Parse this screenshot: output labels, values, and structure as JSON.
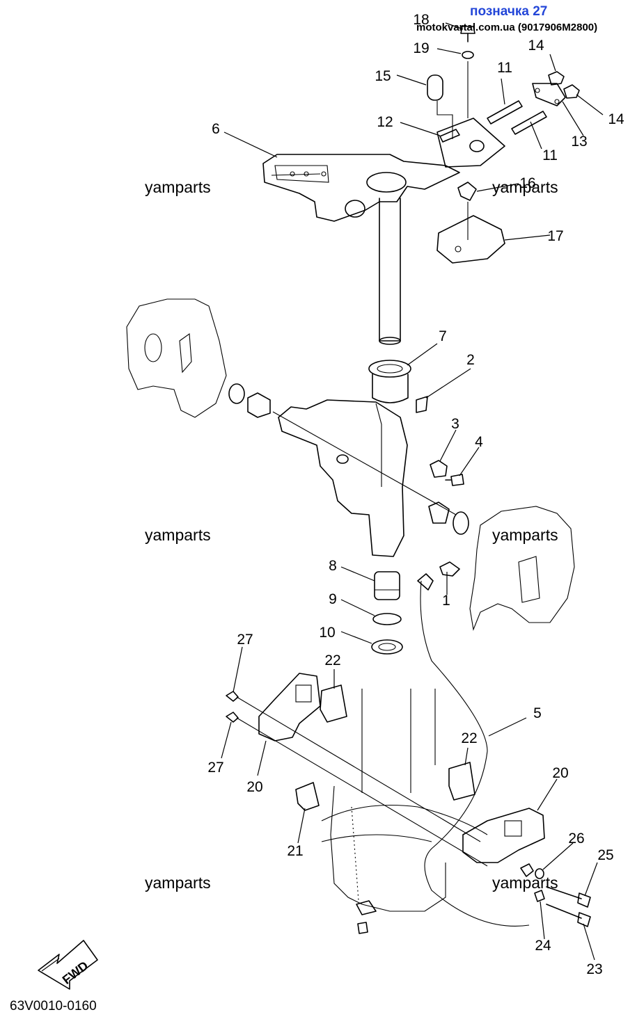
{
  "header": {
    "title": "позначка 27",
    "site": "motokvartal.com.ua (9017906M2800)"
  },
  "watermark": "yamparts",
  "diagram_code": "63V0010-0160",
  "fwd_label": "FWD",
  "callouts": [
    "1",
    "2",
    "3",
    "4",
    "5",
    "6",
    "7",
    "8",
    "9",
    "10",
    "11",
    "11",
    "12",
    "13",
    "14",
    "14",
    "15",
    "16",
    "17",
    "18",
    "19",
    "20",
    "20",
    "21",
    "22",
    "22",
    "23",
    "24",
    "25",
    "26",
    "27",
    "27"
  ]
}
